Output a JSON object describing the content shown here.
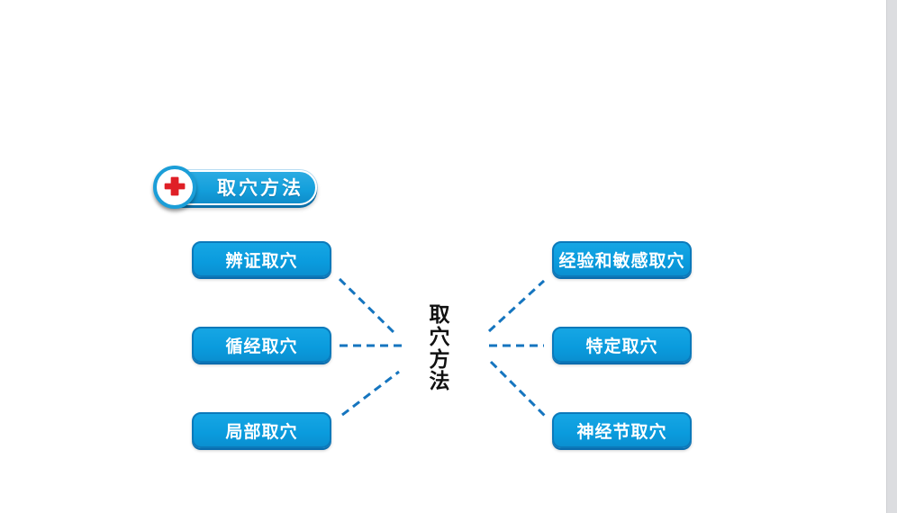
{
  "page": {
    "background_color": "#ffffff",
    "scroll_strip_color": "#dcdde0"
  },
  "header_badge": {
    "label": "取穴方法",
    "icon": "medical-cross-icon",
    "pill_color": "#14a0dc",
    "pill_border_color": "#ffffff",
    "cross_color": "#df1f26",
    "circle_ring_color": "#1b9ed8"
  },
  "center_label": {
    "text": "取穴方法",
    "orientation": "vertical",
    "color": "#111111"
  },
  "left_items": [
    {
      "label": "辨证取穴"
    },
    {
      "label": "循经取穴"
    },
    {
      "label": "局部取穴"
    }
  ],
  "right_items": [
    {
      "label": "经验和敏感取穴"
    },
    {
      "label": "特定取穴"
    },
    {
      "label": "神经节取穴"
    }
  ],
  "colors": {
    "node_fill": "#0a9bdd",
    "node_border": "#0b79ba",
    "node_text": "#ffffff",
    "connector_line": "#1575bf"
  }
}
